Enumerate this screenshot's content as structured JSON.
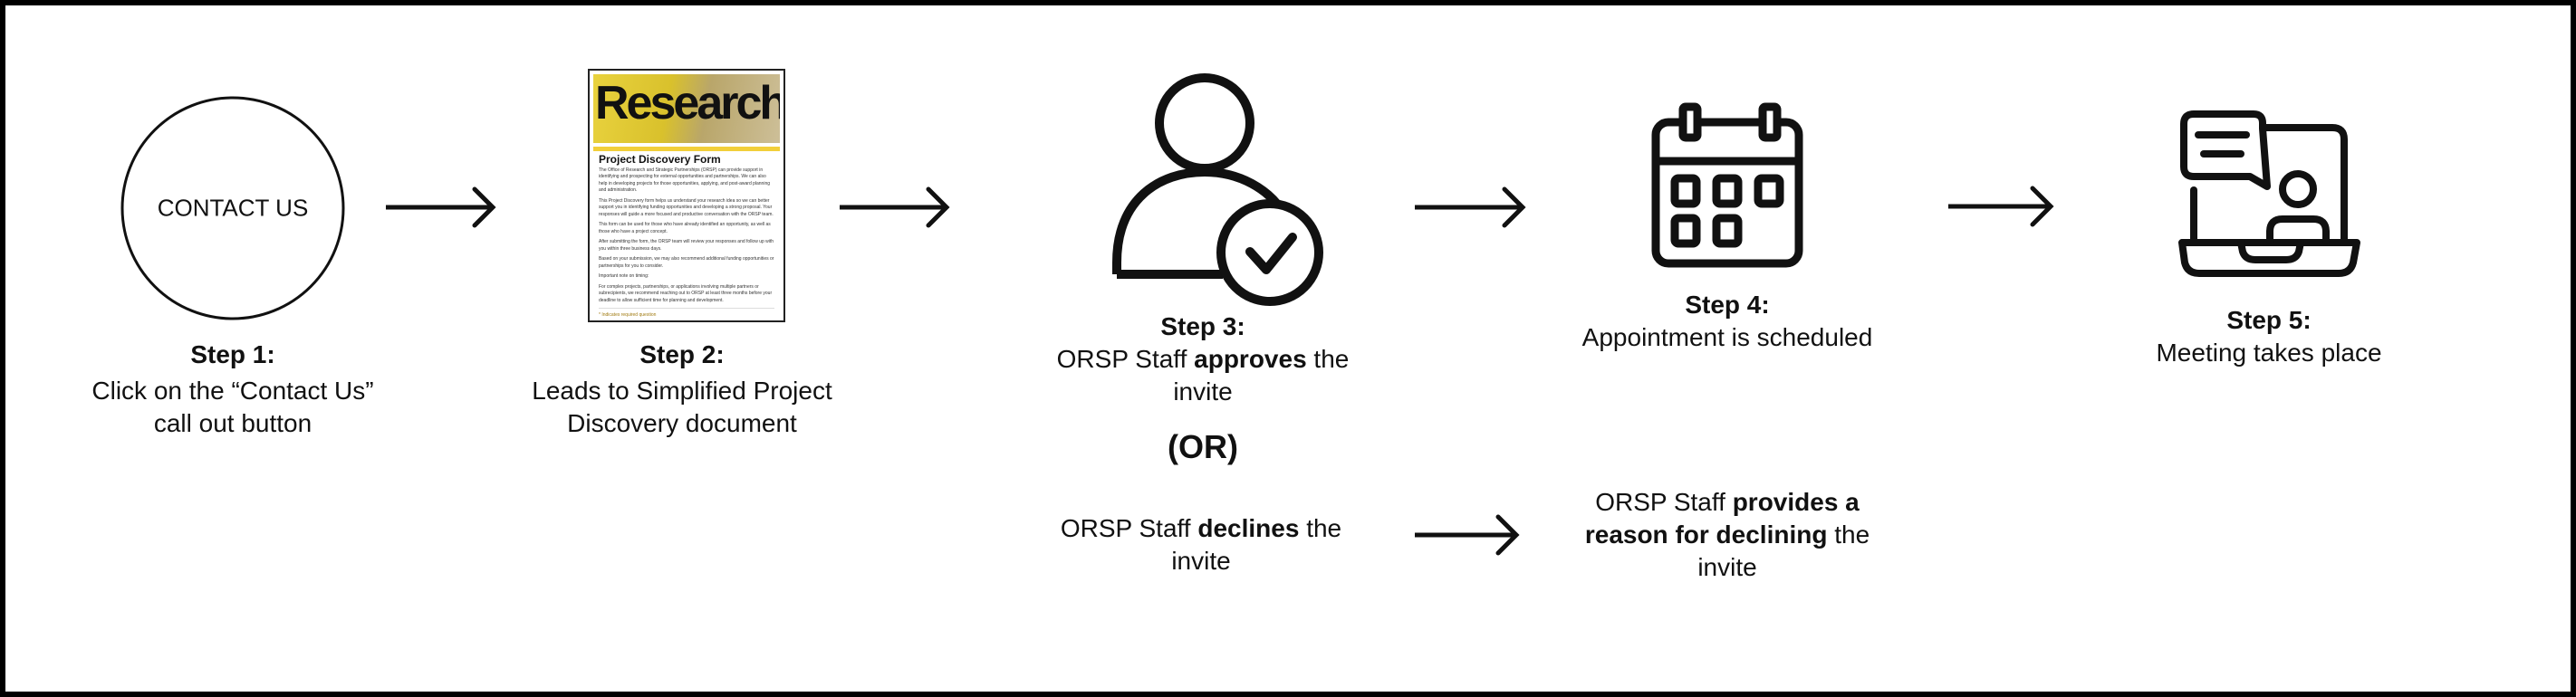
{
  "step1": {
    "button_label": "CONTACT US",
    "heading": "Step 1:",
    "lines": [
      "Click on the “Contact Us”",
      "call out button"
    ]
  },
  "step2": {
    "heading": "Step 2:",
    "lines": [
      "Leads to Simplified Project",
      "Discovery document"
    ],
    "document": {
      "banner": "Research",
      "title": "Project Discovery Form",
      "paragraphs": [
        "The Office of Research and Strategic Partnerships (ORSP) can provide support in identifying and prospecting for external opportunities and partnerships. We can also help in developing projects for those opportunities, applying, and post-award planning and administration.",
        "This Project Discovery form helps us understand your research idea so we can better support you in identifying funding opportunities and developing a strong proposal. Your responses will guide a more focused and productive conversation with the ORSP team.",
        "This form can be used for those who have already identified an opportunity, as well as those who have a project concept.",
        "After submitting the form, the ORSP team will review your responses and follow up with you within three business days.",
        "Based on your submission, we may also recommend additional funding opportunities or partnerships for you to consider.",
        "Important note on timing:",
        "For complex projects, partnerships, or applications involving multiple partners or subrecipients, we recommend reaching out to ORSP at least three months before your deadline to allow sufficient time for planning and development."
      ],
      "required_note": "* Indicates required question"
    }
  },
  "step3": {
    "heading": "Step 3:",
    "approve": {
      "pre": "ORSP Staff ",
      "bold": "approves",
      "post": " the",
      "line2": "invite"
    },
    "or_label": "(OR)",
    "decline": {
      "pre": "ORSP Staff ",
      "bold": "declines",
      "post": " the",
      "line2": "invite"
    }
  },
  "step4": {
    "heading": "Step 4:",
    "line": "Appointment is scheduled",
    "decline_reason": {
      "pre": "ORSP Staff ",
      "bold1": "provides a",
      "bold2": "reason for declining",
      "post": " the",
      "line3": "invite"
    }
  },
  "step5": {
    "heading": "Step 5:",
    "line": "Meeting takes place"
  },
  "colors": {
    "stroke": "#111111",
    "accent_yellow": "#f2cf3a"
  }
}
